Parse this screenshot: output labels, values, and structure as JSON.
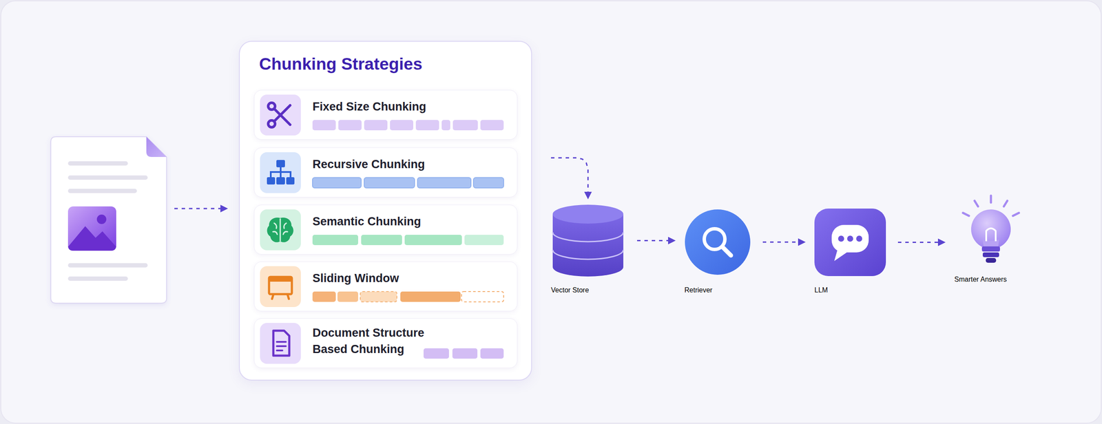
{
  "diagram": {
    "nodes": [
      {
        "text": [
          "Chunking Strategies"
        ]
      },
      {
        "text": [
          "Fixed Size Chunking"
        ],
        "in": 0
      },
      {
        "text": [
          "Recursive Chunking"
        ],
        "in": 0
      },
      {
        "text": [
          "Semantic Chunking"
        ],
        "in": 0
      },
      {
        "text": [
          "Sliding Window"
        ],
        "in": 0
      },
      {
        "text": [
          "Document Structure Based Chunking"
        ],
        "in": 0
      },
      {
        "text": [
          "Vector Store"
        ]
      },
      {
        "text": [
          "Retriever"
        ]
      },
      {
        "text": [
          "LLM"
        ]
      },
      {
        "text": [
          "Smarter Answers"
        ]
      }
    ],
    "edges": [
      {
        "from": 0,
        "to": 6,
        "arrow": "to"
      },
      {
        "from": 6,
        "to": 7,
        "arrow": "to"
      },
      {
        "from": 7,
        "to": 8,
        "arrow": "to"
      },
      {
        "from": 8,
        "to": 9,
        "arrow": "to"
      }
    ]
  }
}
